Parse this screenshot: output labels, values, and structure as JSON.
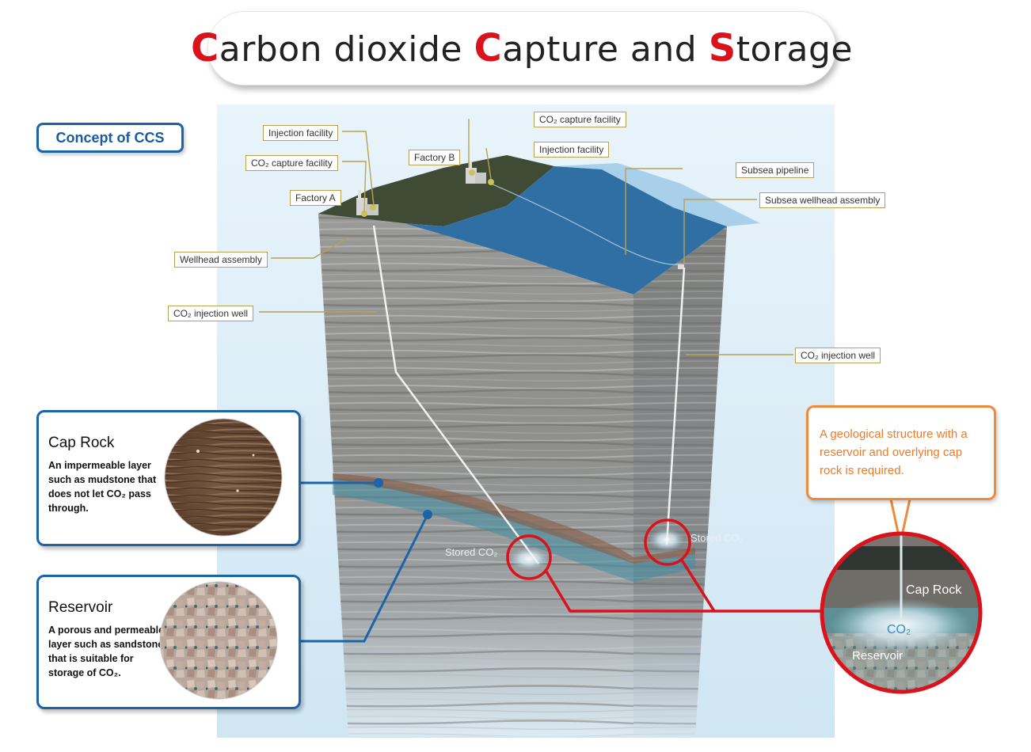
{
  "title": {
    "part1_cap": "C",
    "part1_rest": "arbon dioxide ",
    "part2_cap": "C",
    "part2_rest": "apture and ",
    "part3_cap": "S",
    "part3_rest": "torage"
  },
  "concept_label": "Concept of CCS",
  "labels": {
    "injection_facility_a": "Injection facility",
    "co2_capture_facility_a": "CO₂ capture facility",
    "factory_a": "Factory A",
    "factory_b": "Factory B",
    "co2_capture_facility_b": "CO₂ capture facility",
    "injection_facility_b": "Injection facility",
    "subsea_pipeline": "Subsea pipeline",
    "subsea_wellhead_assembly": "Subsea wellhead assembly",
    "wellhead_assembly": "Wellhead assembly",
    "co2_injection_well_left": "CO₂ injection well",
    "co2_injection_well_right": "CO₂ injection well"
  },
  "stored_co2_left": "Stored CO₂",
  "stored_co2_right": "Stored CO₂",
  "cap_rock": {
    "title": "Cap Rock",
    "description": "An impermeable layer such as mudstone that does not let CO₂ pass through."
  },
  "reservoir": {
    "title": "Reservoir",
    "description": "A porous and permeable layer such as sandstone that is suitable for storage of CO₂."
  },
  "callout": "A geological structure with a reservoir and overlying cap rock is required.",
  "magnified": {
    "cap_rock": "Cap Rock",
    "co2": "CO₂",
    "reservoir": "Reservoir"
  },
  "colors": {
    "accent_red": "#d9121b",
    "box_blue": "#1b64a8",
    "callout_orange": "#ee8a3c",
    "label_border": "#b8a24f",
    "water": "#2f6fa3"
  }
}
